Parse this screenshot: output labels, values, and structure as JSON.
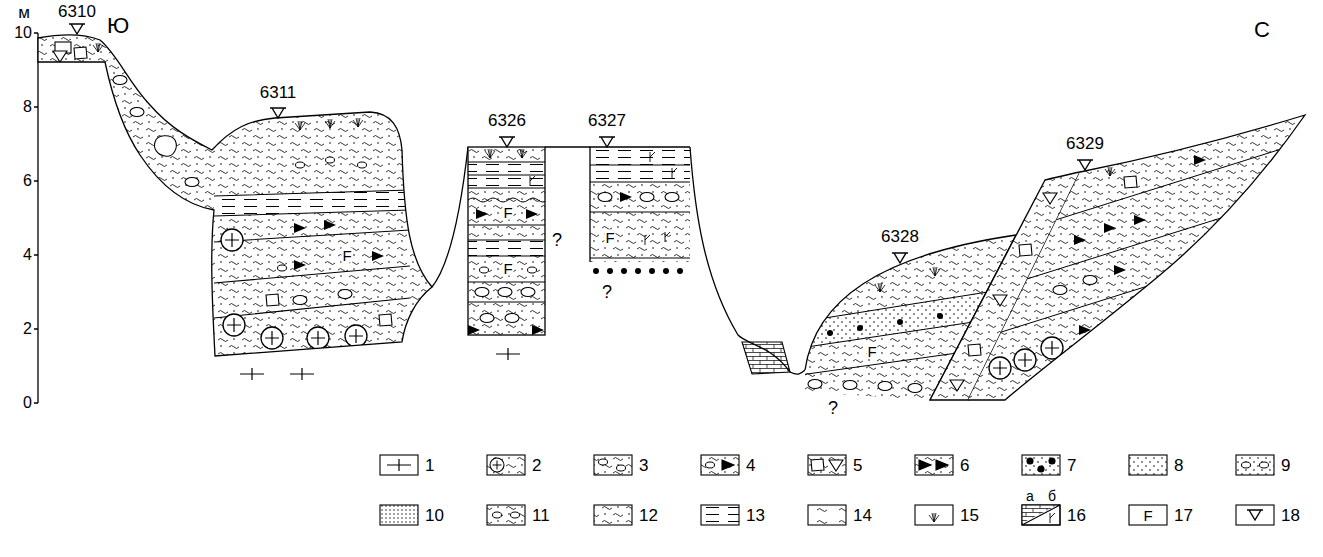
{
  "diagram": {
    "labels": [
      "м",
      "10",
      "8",
      "6",
      "4",
      "2",
      "0",
      "Ю",
      "С",
      "6310",
      "6311",
      "6326",
      "6327",
      "6328",
      "6329",
      "?",
      "?",
      "?",
      "F",
      "F",
      "F",
      "F",
      "F",
      "а",
      "б",
      "F"
    ],
    "legend": [
      {
        "text": "1"
      },
      {
        "text": "2"
      },
      {
        "text": "3"
      },
      {
        "text": "4"
      },
      {
        "text": "5"
      },
      {
        "text": "6"
      },
      {
        "text": "7"
      },
      {
        "text": "8"
      },
      {
        "text": "9"
      },
      {
        "text": "10"
      },
      {
        "text": "11"
      },
      {
        "text": "12"
      },
      {
        "text": "13"
      },
      {
        "text": "14"
      },
      {
        "text": "15"
      },
      {
        "text": "16"
      },
      {
        "text": "17"
      },
      {
        "text": "18"
      }
    ]
  }
}
